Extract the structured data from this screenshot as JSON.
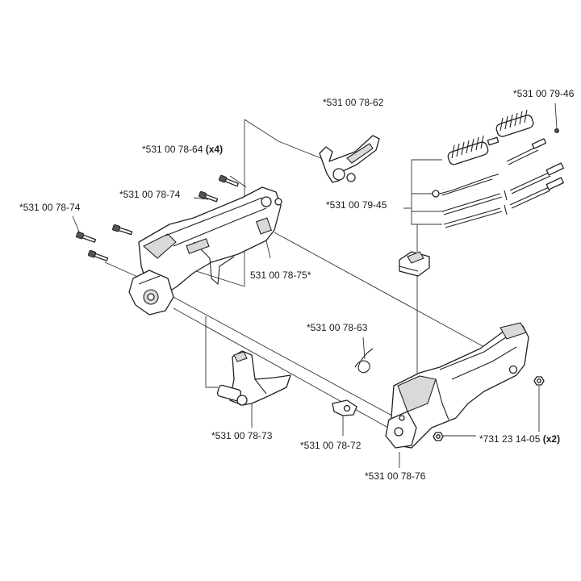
{
  "callouts": [
    {
      "id": "c1",
      "part": "*531 00 78-62",
      "qty": ""
    },
    {
      "id": "c2",
      "part": "*531 00 79-46",
      "qty": ""
    },
    {
      "id": "c3",
      "part": "*531 00 78-64",
      "qty": "(x4)"
    },
    {
      "id": "c4",
      "part": "*531 00 78-74",
      "qty": ""
    },
    {
      "id": "c5",
      "part": "*531 00 78-74",
      "qty": ""
    },
    {
      "id": "c6",
      "part": "*531 00 79-45",
      "qty": ""
    },
    {
      "id": "c7",
      "part": "531 00 78-75*",
      "qty": ""
    },
    {
      "id": "c8",
      "part": "*531 00 78-63",
      "qty": ""
    },
    {
      "id": "c9",
      "part": "*531 00 78-73",
      "qty": ""
    },
    {
      "id": "c10",
      "part": "*531 00 78-72",
      "qty": ""
    },
    {
      "id": "c11",
      "part": "*731 23 14-05",
      "qty": "(x2)"
    },
    {
      "id": "c12",
      "part": "*531 00 78-76",
      "qty": ""
    }
  ]
}
